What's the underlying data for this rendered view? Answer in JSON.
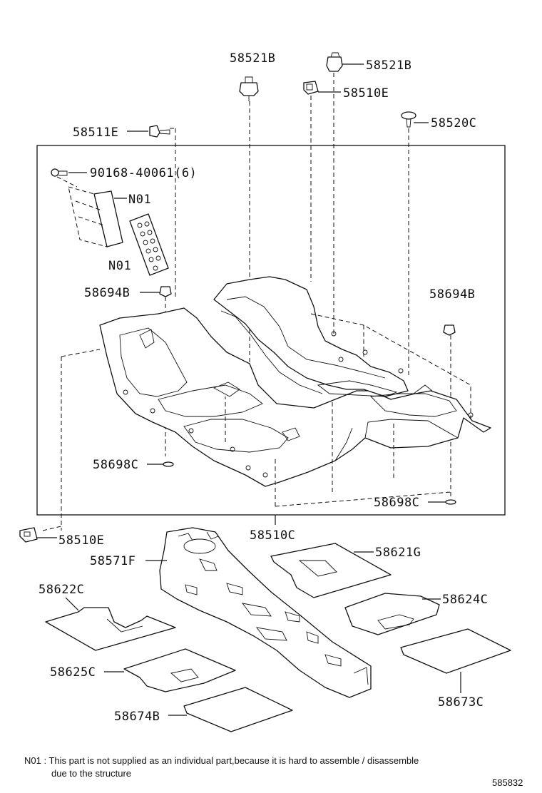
{
  "labels": {
    "p58521B_left": "58521B",
    "p58521B_right": "58521B",
    "p58510E_top": "58510E",
    "p58511E": "58511E",
    "p58520C": "58520C",
    "p90168": "90168-40061(6)",
    "n01_a": "N01",
    "n01_b": "N01",
    "p58694B_left": "58694B",
    "p58694B_right": "58694B",
    "p58698C_left": "58698C",
    "p58698C_right": "58698C",
    "p58510E_bottom": "58510E",
    "p58510C": "58510C",
    "p58571F": "58571F",
    "p58621G": "58621G",
    "p58622C": "58622C",
    "p58624C": "58624C",
    "p58625C": "58625C",
    "p58673C": "58673C",
    "p58674B": "58674B"
  },
  "footnote": {
    "line1": "N01 : This part is not supplied as an individual part,because it is hard to assemble / disassemble",
    "line2": "due to the structure"
  },
  "diagram_id": "585832"
}
